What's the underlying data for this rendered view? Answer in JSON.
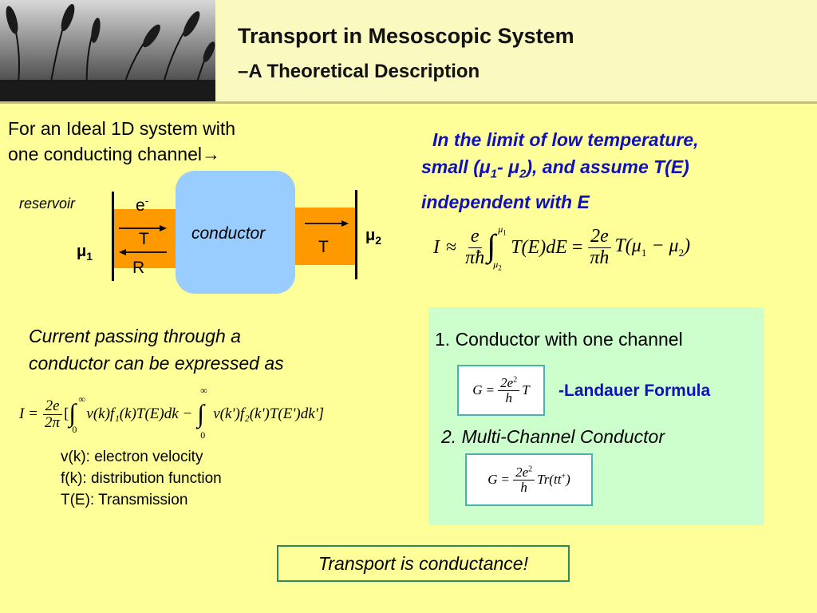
{
  "header": {
    "title": "Transport in Mesoscopic System",
    "subtitle": "–A Theoretical Description"
  },
  "diagram": {
    "intro_line1": "For an Ideal 1D system with",
    "intro_line2": "one conducting channel",
    "arrow": "→",
    "reservoir_label": "reservoir",
    "conductor_label": "conductor",
    "electron": "e",
    "electron_sup": "-",
    "left_T": "T",
    "left_R": "R",
    "right_T": "T",
    "mu_left": "μ",
    "mu_left_sub": "1",
    "mu_right": "μ",
    "mu_right_sub": "2",
    "colors": {
      "lead": "#ff9900",
      "conductor": "#99ccff"
    }
  },
  "limit": {
    "line1": "In the limit of low temperature,",
    "line2_a": "small (μ",
    "line2_sub1": "1",
    "line2_b": "- μ",
    "line2_sub2": "2",
    "line2_c": "), and assume T(E)",
    "line3": "independent with E"
  },
  "eq_limit": {
    "I": "I",
    "approx": "≈",
    "e": "e",
    "pi_hbar": "πħ",
    "int": "∫",
    "upper": "μ",
    "upper_sub": "1",
    "lower": "μ",
    "lower_sub": "2",
    "body": "T(E)dE",
    "eq": "=",
    "two_e": "2e",
    "pi_h": "πh",
    "tail_a": "T(μ",
    "tail_sub1": "1",
    "tail_b": " − μ",
    "tail_sub2": "2",
    "tail_c": ")"
  },
  "current": {
    "line1": "Current passing through a",
    "line2": "conductor can be expressed as"
  },
  "eq_current": {
    "I": "I",
    "eq": "=",
    "num": "2e",
    "den": "2π",
    "open": "[",
    "int1": "∫",
    "up1": "∞",
    "lo1": "0",
    "term1": "v(k)f₁(k)T(E)dk −",
    "int2": "∫",
    "up2": "∞",
    "lo2": "0",
    "term2": "v(k')f₂(k')T(E')dk']"
  },
  "definitions": [
    "v(k): electron velocity",
    "f(k): distribution function",
    "T(E): Transmission"
  ],
  "green_box": {
    "item1": "1. Conductor with one channel",
    "landauer": "-Landauer Formula",
    "item2": "2. Multi-Channel Conductor",
    "color": "#ccffcc"
  },
  "eq_single": {
    "G": "G",
    "eq": "=",
    "num": "2e",
    "num_sup": "2",
    "den": "h",
    "tail": "T"
  },
  "eq_multi": {
    "G": "G",
    "eq": "=",
    "num": "2e",
    "num_sup": "2",
    "den": "h",
    "tail_a": "Tr(tt",
    "tail_sup": "+",
    "tail_b": ")"
  },
  "conclusion": "Transport is conductance!"
}
